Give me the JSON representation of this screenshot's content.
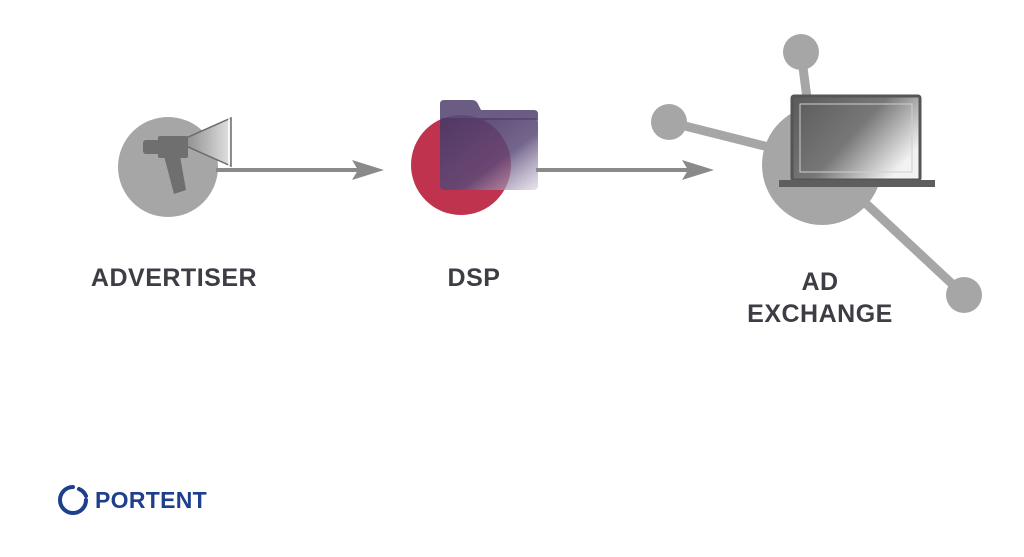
{
  "nodes": [
    {
      "id": "advertiser",
      "label": "ADVERTISER",
      "icon": "megaphone-icon"
    },
    {
      "id": "dsp",
      "label": "DSP",
      "icon": "folder-icon"
    },
    {
      "id": "ad_exchange",
      "label_lines": [
        "AD",
        "EXCHANGE"
      ],
      "icon": "laptop-network-icon"
    }
  ],
  "brand": {
    "name": "PORTENT",
    "logo_icon": "portent-ring-icon",
    "color": "#1e3f8c"
  },
  "colors": {
    "circle_gray": "#a6a6a6",
    "arrow_gray": "#8a8a8a",
    "dsp_circle": "#c0334f",
    "dsp_folder": "#4e3b6a",
    "label_text": "#3d3d46"
  }
}
